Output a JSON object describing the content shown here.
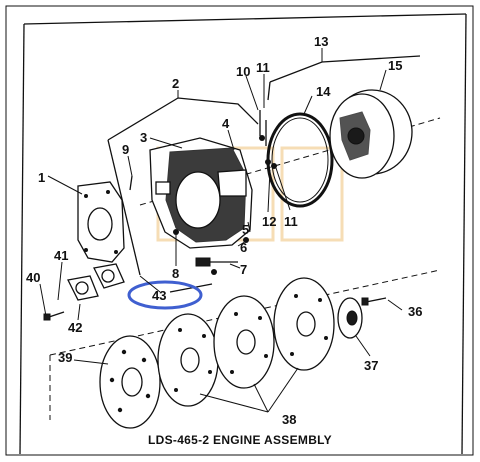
{
  "diagram": {
    "caption": "LDS-465-2 ENGINE ASSEMBLY",
    "callouts": {
      "c1": "1",
      "c2": "2",
      "c3": "3",
      "c4": "4",
      "c5": "5",
      "c6": "6",
      "c7": "7",
      "c8": "8",
      "c9": "9",
      "c10": "10",
      "c11a": "11",
      "c11b": "11",
      "c12": "12",
      "c13": "13",
      "c14": "14",
      "c15": "15",
      "c36": "36",
      "c37": "37",
      "c38": "38",
      "c39": "39",
      "c40": "40",
      "c41": "41",
      "c42": "42",
      "c43": "43"
    },
    "highlight": {
      "target": "43",
      "color": "#3f5fd0"
    },
    "watermark_color": "#f0c27a"
  }
}
